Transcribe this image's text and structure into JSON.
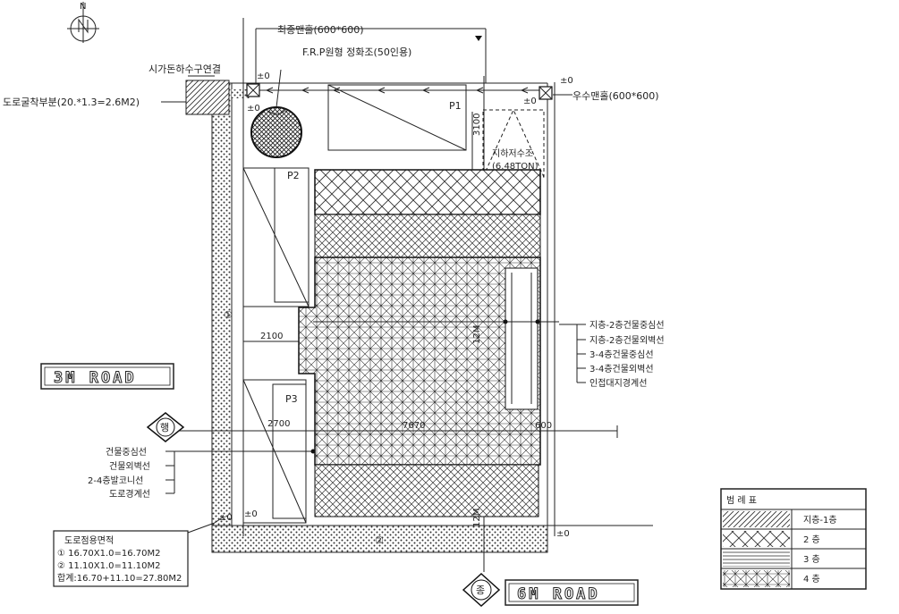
{
  "north": {
    "label": "N"
  },
  "labels": {
    "manhole_top": "최종맨홀(600*600)",
    "frp_tank": "F.R.P원형 정화조(50인용)",
    "sewer_connect": "시가돈하수구연결",
    "road_break": "도로굴착부분(20.*1.3=2.6M2)",
    "rain_manhole": "우수맨홀(600*600)",
    "water_tank_1": "지하저수조",
    "water_tank_2": "(6.48TON)",
    "p1": "P1",
    "p2": "P2",
    "p3": "P3",
    "circle_1": "①",
    "circle_2": "②",
    "level_zero": "±0",
    "west_mark": "행",
    "south_mark": "종"
  },
  "dimensions": {
    "d3100": "3100",
    "d2100": "2100",
    "d2700": "2700",
    "d7670": "7670",
    "d600": "600",
    "d12m": "12M"
  },
  "roads": {
    "west": "3M ROAD",
    "south": "6M ROAD"
  },
  "right_legend_lines": [
    "지층-2층건물중심선",
    "지층-2층건물외벽선",
    "3-4층건물중심선",
    "3-4층건물외벽선",
    "인접대지경계선"
  ],
  "left_legend_lines": [
    "건물중심선",
    "건물외벽선",
    "2-4층발코니선",
    "도로경계선"
  ],
  "area_box": {
    "title": "도로점용면적",
    "line1": "① 16.70X1.0=16.70M2",
    "line2": "② 11.10X1.0=11.10M2",
    "line3": "합계:16.70+11.10=27.80M2"
  },
  "legend_box": {
    "title": "범 례 표",
    "rows": [
      {
        "pattern": "diag",
        "label": "지층-1층"
      },
      {
        "pattern": "cross",
        "label": "2 층"
      },
      {
        "pattern": "horiz",
        "label": "3 층"
      },
      {
        "pattern": "grid",
        "label": "4 층"
      }
    ]
  }
}
